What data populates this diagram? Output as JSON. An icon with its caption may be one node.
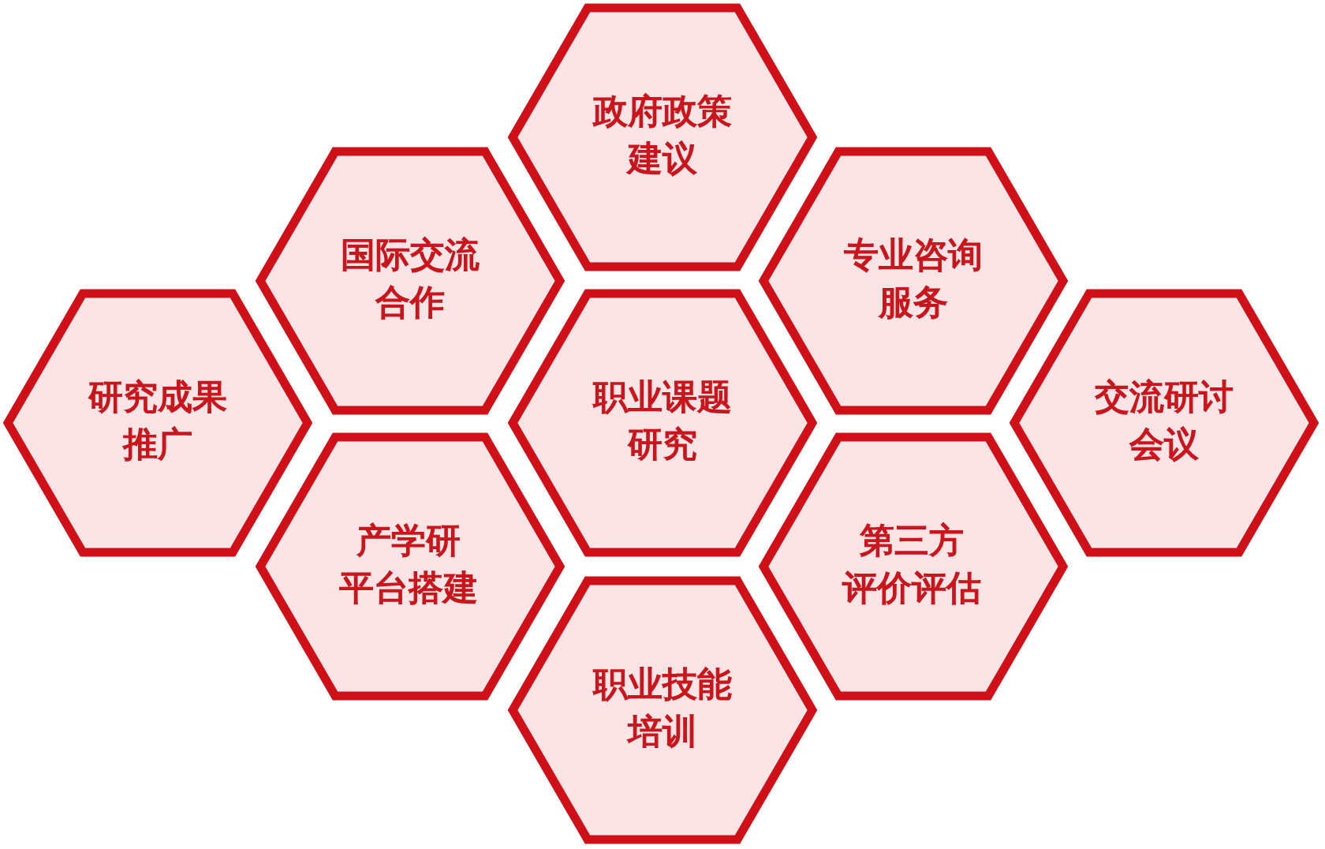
{
  "diagram": {
    "nodes": [
      {
        "text": [
          "政府政策建议"
        ]
      },
      {
        "text": [
          "国际交流合作"
        ]
      },
      {
        "text": [
          "专业咨询服务"
        ]
      },
      {
        "text": [
          "研究成果推广"
        ]
      },
      {
        "text": [
          "职业课题研究"
        ]
      },
      {
        "text": [
          "交流研讨会议"
        ]
      },
      {
        "text": [
          "产学研平台搭建"
        ]
      },
      {
        "text": [
          "第三方评价评估"
        ]
      },
      {
        "text": [
          "职业技能培训"
        ]
      }
    ]
  }
}
